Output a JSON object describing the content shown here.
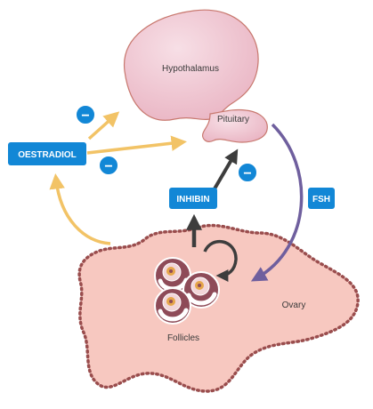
{
  "organs": {
    "hypothalamus": "Hypothalamus",
    "pituitary": "Pituitary",
    "ovary": "Ovary",
    "follicles": "Follicles"
  },
  "hormones": {
    "oestradiol": "OESTRADIOL",
    "inhibin": "INHIBIN",
    "fsh": "FSH"
  },
  "feedback_sign": "−",
  "colors": {
    "hormone_box": "#1287d6",
    "oestradiol_arrow": "#f2c366",
    "fsh_arrow": "#6f5f9e",
    "inhibin_arrow": "#3d3d3d",
    "gland_fill": "#f0c8d3",
    "gland_stroke": "#c8786e",
    "ovary_fill": "#f7c8c0",
    "ovary_stroke": "#9a4d4d"
  }
}
